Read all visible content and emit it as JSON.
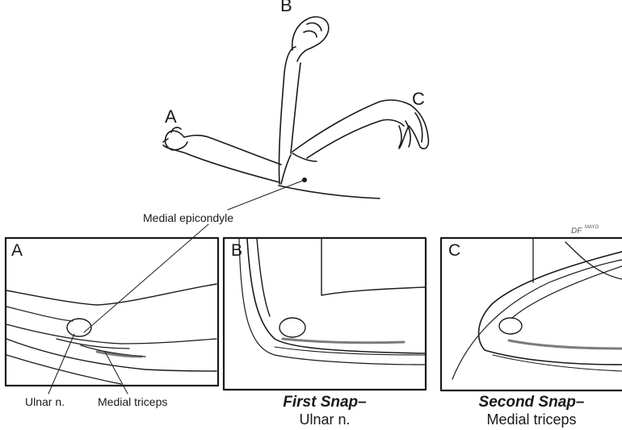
{
  "top_figure": {
    "position_labels": [
      "A",
      "B",
      "C"
    ],
    "medial_epicondyle_label": "Medial epicondyle"
  },
  "panels": [
    {
      "letter": "A",
      "callouts": [
        "Ulnar n.",
        "Medial triceps"
      ]
    },
    {
      "letter": "B",
      "caption_title": "First Snap–",
      "caption_sub": "Ulnar n."
    },
    {
      "letter": "C",
      "caption_title": "Second Snap–",
      "caption_sub": "Medial triceps"
    }
  ],
  "signature": {
    "initials": "DF",
    "mark": "MAYO"
  }
}
